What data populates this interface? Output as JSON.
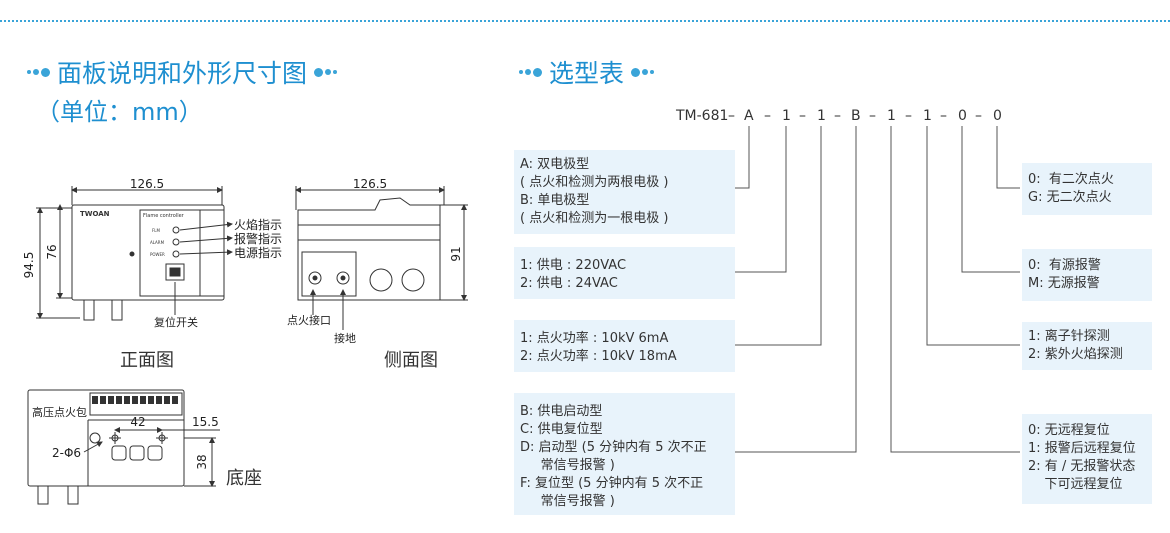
{
  "headers": {
    "left_title": "面板说明和外形尺寸图",
    "left_subtitle": "（单位：mm）",
    "right_title": "选型表"
  },
  "captions": {
    "front": "正面图",
    "side": "侧面图",
    "base": "底座"
  },
  "front_view": {
    "width_dim": "126.5",
    "height_dim_outer": "94.5",
    "height_dim_inner": "76",
    "labels": [
      "火焰指示",
      "报警指示",
      "电源指示"
    ],
    "reset_label": "复位开关",
    "brand": "TWOAN",
    "panel_title": "Flame controller",
    "leds": [
      "FLM",
      "ALARM",
      "POWER"
    ]
  },
  "side_view": {
    "width_dim": "126.5",
    "height_dim": "91",
    "ignition_label": "点火接口",
    "ground_label": "接地"
  },
  "base_view": {
    "label": "高压点火包",
    "hole_label": "2-Φ6",
    "dim_42": "42",
    "dim_15_5": "15.5",
    "dim_38": "38"
  },
  "model_code": [
    "TM-681",
    "–",
    "A",
    "–",
    "1",
    "–",
    "1",
    "–",
    "B",
    "–",
    "1",
    "–",
    "1",
    "–",
    "0",
    "–",
    "0"
  ],
  "options_left": [
    [
      "A: 双电极型",
      "( 点火和检测为两根电极 )",
      "B: 单电极型",
      "( 点火和检测为一根电极 )"
    ],
    [
      "1: 供电 : 220VAC",
      "2: 供电 : 24VAC"
    ],
    [
      "1: 点火功率 : 10kV 6mA",
      "2: 点火功率 : 10kV 18mA"
    ],
    [
      "B: 供电启动型",
      "C: 供电复位型",
      "D: 启动型 (5 分钟内有 5 次不正",
      "     常信号报警 )",
      "F: 复位型 (5 分钟内有 5 次不正",
      "     常信号报警 )"
    ]
  ],
  "options_right": [
    [
      "0:  有二次点火",
      "G: 无二次点火"
    ],
    [
      "0:  有源报警",
      "M: 无源报警"
    ],
    [
      "1: 离子针探测",
      "2: 紫外火焰探测"
    ],
    [
      "0: 无远程复位",
      "1: 报警后远程复位",
      "2: 有 / 无报警状态",
      "    下可远程复位"
    ]
  ],
  "colors": {
    "accent": "#1e8fd0",
    "box_bg": "#e8f3fb",
    "line": "#555555"
  }
}
